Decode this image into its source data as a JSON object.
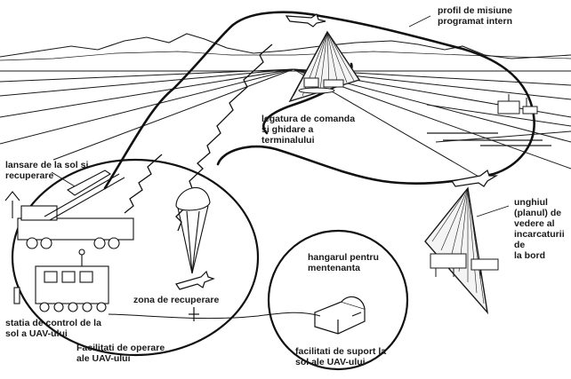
{
  "labels": {
    "mission_profile": "profil de misiune\nprogramat intern",
    "command_link": "legatura de comanda\nsi ghidare a\nterminalului",
    "launch_recovery": "lansare de la sol si\nrecuperare",
    "recovery_zone": "zona de recuperare",
    "control_station": "statia de control de la\nsol a UAV-ului",
    "operating_facilities": "Facilitati de operare\nale UAV-ului",
    "maintenance_hangar": "hangarul pentru\nmentenanta",
    "ground_support": "facilitati de suport la\nsol ale UAV-ului",
    "payload_view_angle": "unghiul\n(planul) de\nvedere al\nincarcaturii de\nla bord"
  },
  "colors": {
    "ink": "#1a1a1a",
    "background": "#ffffff"
  }
}
